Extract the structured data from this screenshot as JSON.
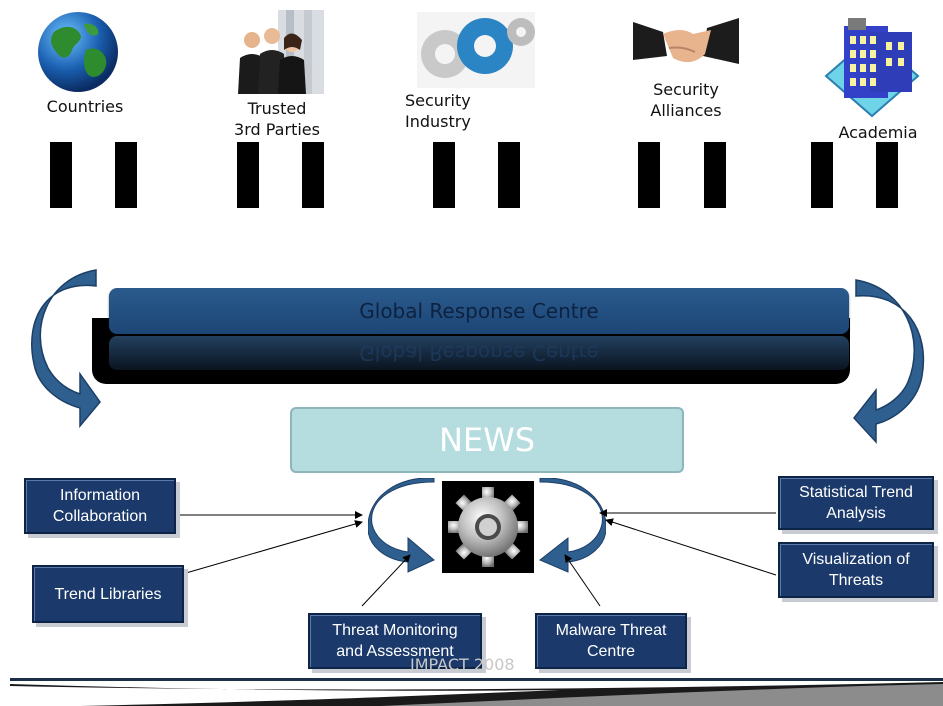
{
  "stakeholders": [
    {
      "id": "countries",
      "label": "Countries",
      "icon": "globe-icon"
    },
    {
      "id": "trusted-parties",
      "label": "Trusted\n3rd Parties",
      "icon": "business-people-icon"
    },
    {
      "id": "security-industry",
      "label": "Security\nIndustry",
      "icon": "gears-icon"
    },
    {
      "id": "security-alliances",
      "label": "Security\nAlliances",
      "icon": "handshake-icon"
    },
    {
      "id": "academia",
      "label": "Academia",
      "icon": "building-icon"
    }
  ],
  "centre": {
    "title": "Global Response Centre",
    "reflection": "Global Response Centre"
  },
  "news": {
    "label": "NEWS"
  },
  "inputs": {
    "info_collab": "Information\nCollaboration",
    "trend_libraries": "Trend Libraries",
    "threat_monitoring": "Threat Monitoring\nand  Assessment",
    "malware_centre": "Malware Threat\nCentre",
    "statistical_trend": "Statistical Trend\nAnalysis",
    "visualization": "Visualization of\nThreats"
  },
  "footer": {
    "text": "IMPACT 2008"
  },
  "colors": {
    "navy": "#1b3a6b",
    "news_fill": "#b5dde0",
    "arrow_blue": "#2f5f8f"
  }
}
